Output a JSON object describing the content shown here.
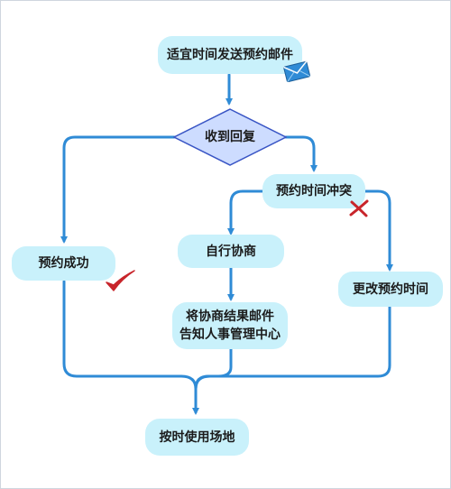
{
  "nodes": {
    "send_email": "适宜时间发送预约邮件",
    "receive_reply": "收到回复",
    "time_conflict": "预约时间冲突",
    "success": "预约成功",
    "negotiate": "自行协商",
    "change_time": "更改预约时间",
    "notify_line1": "将协商结果邮件",
    "notify_line2": "告知人事管理中心",
    "use_venue": "按时使用场地"
  },
  "colors": {
    "node_fill": "#c9f1fb",
    "decision_fill": "#cddcff",
    "decision_border": "#3a56c5",
    "connector": "#2f8bd6",
    "check_mark": "#c8252b",
    "cross_mark": "#c8252b",
    "mail_icon": "#2f8bd6"
  },
  "icons": [
    "envelope-icon",
    "check-icon",
    "cross-icon"
  ]
}
